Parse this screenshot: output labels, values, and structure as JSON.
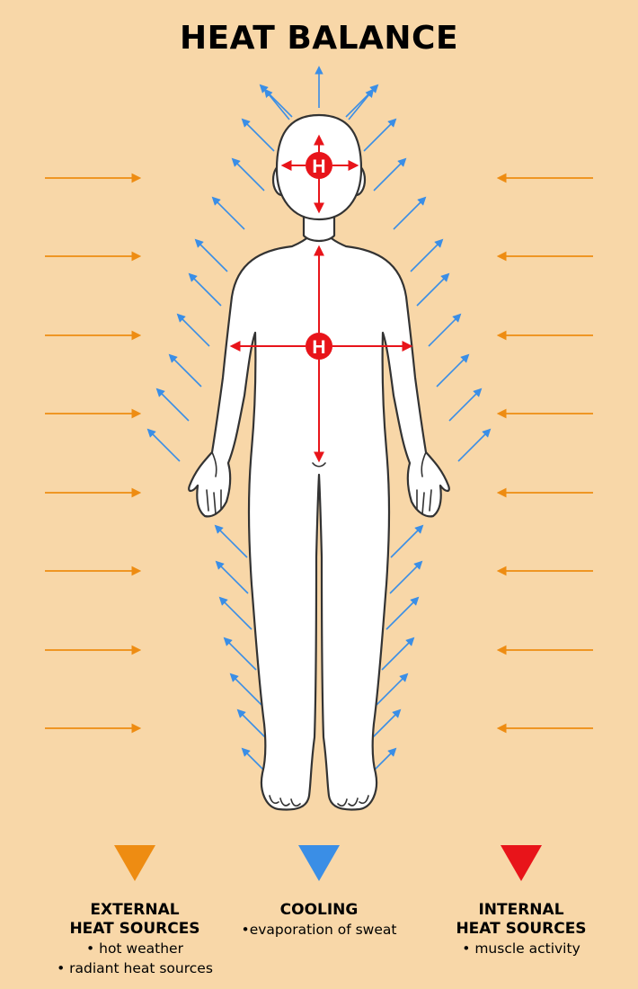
{
  "title": "HEAT BALANCE",
  "core_label": "H",
  "colors": {
    "background": "#f8d7a8",
    "external": "#ee8c12",
    "cooling": "#3a8ee6",
    "internal": "#e8141a",
    "body_fill": "#ffffff",
    "body_stroke": "#333333"
  },
  "legend": [
    {
      "id": "external",
      "heading_line1": "EXTERNAL",
      "heading_line2": "HEAT SOURCES",
      "items": [
        "• hot weather",
        "• radiant heat sources"
      ]
    },
    {
      "id": "cooling",
      "heading_line1": "COOLING",
      "heading_line2": "",
      "items": [
        "•evaporation of sweat"
      ]
    },
    {
      "id": "internal",
      "heading_line1": "INTERNAL",
      "heading_line2": "HEAT SOURCES",
      "items": [
        "• muscle activity"
      ]
    }
  ]
}
